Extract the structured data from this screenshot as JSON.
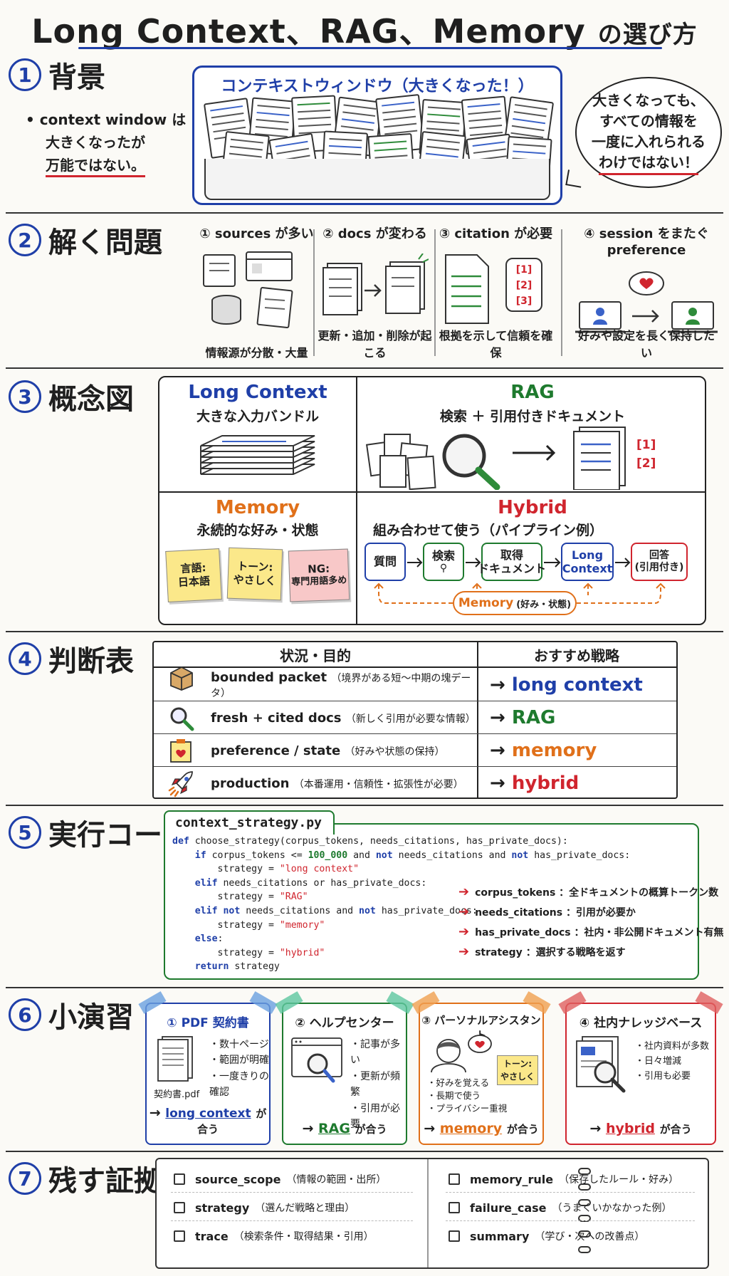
{
  "title": {
    "main": "Long Context、RAG、Memory",
    "suffix": "の選び方"
  },
  "s1": {
    "num": "1",
    "title": "背景",
    "bullet_1": "• context window は",
    "bullet_2": "大きくなったが",
    "bullet_3": "万能ではない。",
    "box_label": "コンテキストウィンドウ（大きくなった！）",
    "bubble": [
      "大きくなっても、",
      "すべての情報を",
      "一度に入れられる",
      "わけではない！"
    ]
  },
  "s2": {
    "num": "2",
    "title": "解く問題",
    "cols": [
      {
        "head": "① sources が多い",
        "foot": "情報源が分散・大量"
      },
      {
        "head": "② docs が変わる",
        "foot": "更新・追加・削除が起こる"
      },
      {
        "head": "③ citation が必要",
        "foot": "根拠を示して信頼を確保",
        "refs": [
          "[1]",
          "[2]",
          "[3]"
        ]
      },
      {
        "head": "④ session をまたぐ",
        "head2": "preference",
        "foot": "好みや設定を長く保持したい"
      }
    ]
  },
  "s3": {
    "num": "3",
    "title": "概念図",
    "long_context": {
      "title": "Long Context",
      "sub": "大きな入力バンドル"
    },
    "rag": {
      "title": "RAG",
      "sub": "検索 ＋ 引用付きドキュメント",
      "refs": [
        "[1]",
        "[2]"
      ]
    },
    "memory": {
      "title": "Memory",
      "sub": "永続的な好み・状態",
      "notes": [
        {
          "l1": "言語:",
          "l2": "日本語"
        },
        {
          "l1": "トーン:",
          "l2": "やさしく"
        },
        {
          "l1": "NG:",
          "l2": "専門用語多め"
        }
      ]
    },
    "hybrid": {
      "title": "Hybrid",
      "sub": "組み合わせて使う（パイプライン例）",
      "steps": [
        "質問",
        "検索",
        "取得\nドキュメント",
        "Long\nContext",
        "回答\n(引用付き)"
      ],
      "memory_pill": "Memory",
      "memory_pill_sub": "(好み・状態)"
    }
  },
  "s4": {
    "num": "4",
    "title": "判断表",
    "headers": [
      "状況・目的",
      "おすすめ戦略"
    ],
    "rows": [
      {
        "main": "bounded packet",
        "small": "（境界がある短〜中期の塊データ）",
        "arrow": "→",
        "strategy": "long context",
        "icon": "box-icon"
      },
      {
        "main": "fresh + cited docs",
        "small": "（新しく引用が必要な情報）",
        "arrow": "→",
        "strategy": "RAG",
        "icon": "magnifier-icon"
      },
      {
        "main": "preference / state",
        "small": "（好みや状態の保持）",
        "arrow": "→",
        "strategy": "memory",
        "icon": "sticky-heart-icon"
      },
      {
        "main": "production",
        "small": "（本番運用・信頼性・拡張性が必要）",
        "arrow": "→",
        "strategy": "hybrid",
        "icon": "rocket-icon"
      }
    ]
  },
  "s5": {
    "num": "5",
    "title": "実行コード",
    "filename": "context_strategy.py",
    "annotations": [
      {
        "key": "corpus_tokens",
        "desc": "：全ドキュメントの概算トークン数"
      },
      {
        "key": "needs_citations",
        "desc": "：引用が必要か"
      },
      {
        "key": "has_private_docs",
        "desc": "：社内・非公開ドキュメント有無"
      },
      {
        "key": "strategy",
        "desc": "：選択する戦略を返す"
      }
    ]
  },
  "s6": {
    "num": "6",
    "title": "小演習",
    "cards": [
      {
        "title": "① PDF 契約書",
        "bullets": [
          "・数十ページ",
          "・範囲が明確",
          "・一度きりの確認"
        ],
        "file": "契約書.pdf",
        "result": "long context",
        "suffix": "が合う"
      },
      {
        "title": "② ヘルプセンター",
        "bullets": [
          "・記事が多い",
          "・更新が頻繁",
          "・引用が必要"
        ],
        "result": "RAG",
        "suffix": "が合う"
      },
      {
        "title": "③ パーソナルアシスタント",
        "bullets": [
          "・好みを覚える",
          "・長期で使う",
          "・プライバシー重視"
        ],
        "note_l1": "トーン:",
        "note_l2": "やさしく",
        "result": "memory",
        "suffix": "が合う"
      },
      {
        "title": "④ 社内ナレッジベース",
        "bullets": [
          "・社内資料が多数",
          "・日々増減",
          "・引用も必要"
        ],
        "result": "hybrid",
        "suffix": "が合う"
      }
    ]
  },
  "s7": {
    "num": "7",
    "title": "残す証拠",
    "left": [
      {
        "key": "source_scope",
        "desc": "（情報の範囲・出所）"
      },
      {
        "key": "strategy",
        "desc": "（選んだ戦略と理由）"
      },
      {
        "key": "trace",
        "desc": "（検索条件・取得結果・引用）"
      }
    ],
    "right": [
      {
        "key": "memory_rule",
        "desc": "（保存したルール・好み）"
      },
      {
        "key": "failure_case",
        "desc": "（うまくいかなかった例）"
      },
      {
        "key": "summary",
        "desc": "（学び・次への改善点）"
      }
    ]
  },
  "colors": {
    "blue": "#1f3fa8",
    "green": "#1e7a2e",
    "orange": "#e0701a",
    "red": "#d0252e"
  }
}
